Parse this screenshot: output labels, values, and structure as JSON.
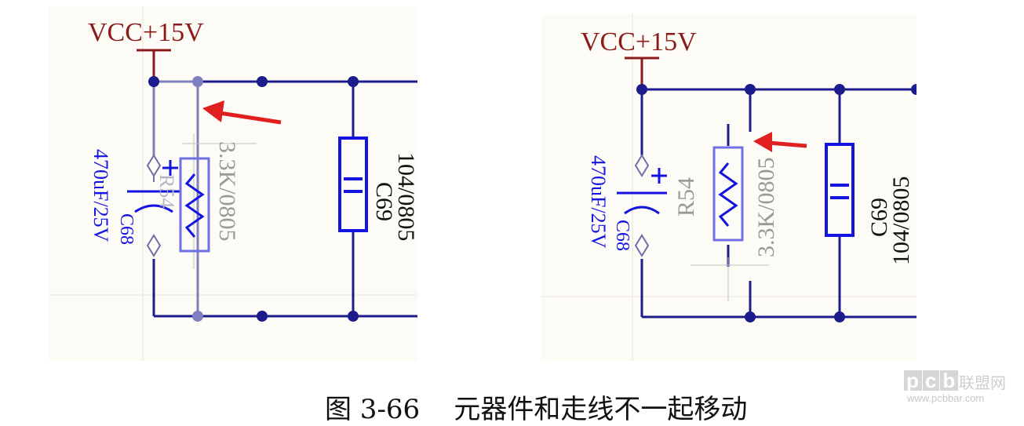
{
  "left": {
    "vcc": "VCC+15V",
    "resistor_ref": "R54",
    "resistor_value": "3.3K/0805",
    "cap_ref": "C68",
    "cap_value": "470uF/25V",
    "cap2_ref": "C69",
    "cap2_value": "104/0805"
  },
  "right": {
    "vcc": "VCC+15V",
    "resistor_ref": "R54",
    "resistor_value": "3.3K/0805",
    "cap_ref": "C68",
    "cap_value": "470uF/25V",
    "cap2_ref": "C69",
    "cap2_value": "104/0805"
  },
  "caption": "图 3-66    元器件和走线不一起移动",
  "watermark": {
    "logo": [
      "p",
      "c",
      "b"
    ],
    "cn": "联盟网",
    "url": "www.pcbbar.com"
  },
  "colors": {
    "vcc": "#8b1a1a",
    "wire": "#1c1c8c",
    "component": "#1414e0",
    "label": "#999999",
    "arrow": "#e02020",
    "sheet": "#fdfbf6",
    "grid": "#e9e6dd"
  }
}
